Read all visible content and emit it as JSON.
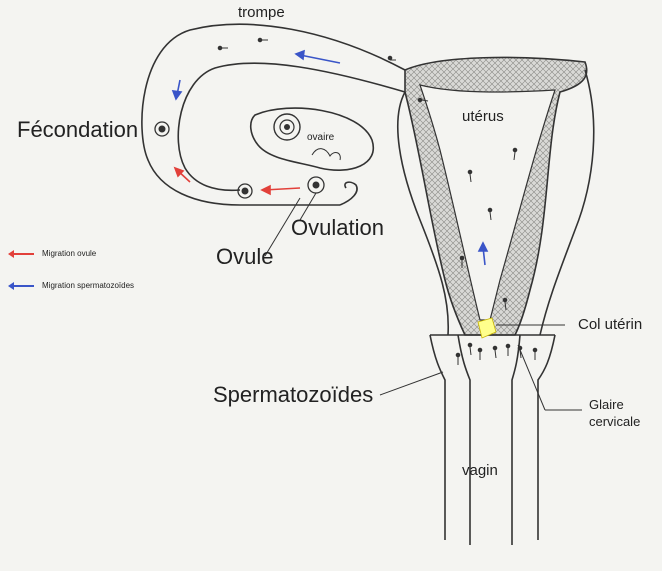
{
  "labels": {
    "trompe": "trompe",
    "uterus": "utérus",
    "ovaire": "ovaire",
    "fecondation": "Fécondation",
    "ovulation": "Ovulation",
    "ovule": "Ovule",
    "col_uterin": "Col utérin",
    "spermatozoides": "Spermatozoïdes",
    "glaire_cervicale_1": "Glaire",
    "glaire_cervicale_2": "cervicale",
    "vagin": "vagin"
  },
  "legend": [
    {
      "label": "Migration ovule",
      "color": "#e2403a"
    },
    {
      "label": "Migration spermatozoïdes",
      "color": "#3a55c8"
    }
  ],
  "colors": {
    "ovule_arrow": "#e2403a",
    "sperm_arrow": "#3a55c8",
    "outline": "#333333",
    "cervical_mucus": "#ffff8c"
  }
}
